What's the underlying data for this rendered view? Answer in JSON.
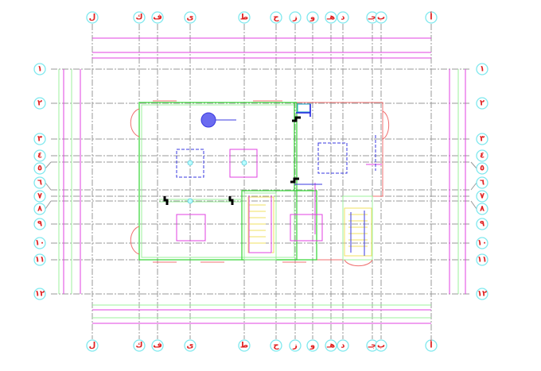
{
  "drawing": {
    "column_axes": [
      "ل",
      "ك",
      "ف",
      "ى",
      "ط",
      "ح",
      "ز",
      "و",
      "هـ",
      "د",
      "جـ",
      "ب",
      "أ"
    ],
    "row_axes": [
      "١",
      "٢",
      "٣",
      "٤",
      "٥",
      "٦",
      "٧",
      "٨",
      "٩",
      "١٠",
      "١١",
      "١٢"
    ],
    "colors": {
      "grid": "#9a9a9a",
      "bubble": "#7fe8ee",
      "label": "#e02020",
      "walls": "#33d633",
      "beams": "#e040e0",
      "blue": "#3a3ae0",
      "stairs": "#f0e060",
      "openings": "#f07070"
    }
  }
}
